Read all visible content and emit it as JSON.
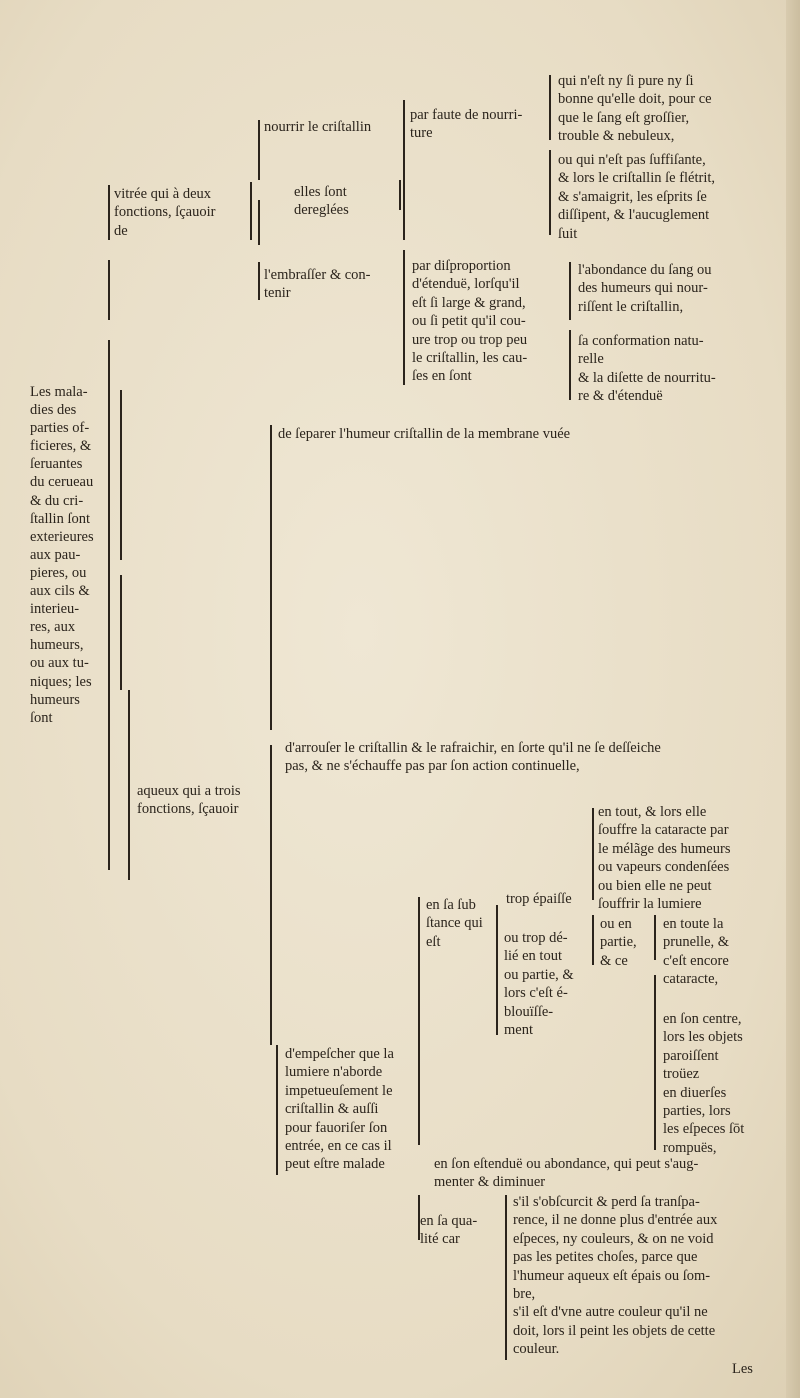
{
  "blocks": [
    {
      "name": "root-heading",
      "lines": [
        "Les mala-",
        "dies des",
        "parties of-",
        "ficieres, &",
        "ſeruantes",
        "du cerueau",
        "& du cri-",
        "ſtallin ſont",
        "exterieures",
        "aux pau-",
        "pieres, ou",
        "aux cils &",
        "interieu-",
        "res, aux",
        "humeurs,",
        "ou aux tu-",
        "niques; les",
        "humeurs",
        "ſont"
      ]
    },
    {
      "name": "vitree-branch",
      "lines": [
        "vitrée qui à deux",
        "fonctions, ſçauoir",
        "de"
      ]
    },
    {
      "name": "nourrir-branch",
      "lines": [
        "nourrir le criſtallin"
      ]
    },
    {
      "name": "dereglees-branch",
      "lines": [
        "elles ſont",
        "dereglées"
      ]
    },
    {
      "name": "embrasser-branch",
      "lines": [
        "l'embraſſer & con-",
        "tenir"
      ]
    },
    {
      "name": "faute-nourriture-branch",
      "lines": [
        "par faute de nourri-",
        "ture"
      ]
    },
    {
      "name": "pure-note",
      "lines": [
        "qui n'eſt ny ſi pure ny ſi",
        "bonne qu'elle doit, pour ce",
        "que le ſang eſt groſſier,",
        "trouble & nebuleux,"
      ]
    },
    {
      "name": "suffisante-note",
      "lines": [
        "ou qui n'eſt pas ſuffiſante,",
        "& lors le criſtallin ſe flétrit,",
        "& s'amaigrit, les eſprits ſe",
        "diſſipent, & l'aucuglement",
        "ſuit"
      ]
    },
    {
      "name": "disproportion-branch",
      "lines": [
        "par diſproportion",
        "d'étenduë, lorſqu'il",
        "eſt ſi large & grand,",
        "ou ſi petit qu'il cou-",
        "ure trop ou trop peu",
        "le criſtallin, les cau-",
        "ſes en ſont"
      ]
    },
    {
      "name": "abondance-note",
      "lines": [
        "l'abondance du ſang ou",
        "des humeurs qui nour-",
        "riſſent le criſtallin,"
      ]
    },
    {
      "name": "conformation-note",
      "lines": [
        "ſa conformation natu-",
        "relle",
        "& la diſette de nourritu-",
        "re & d'étenduë"
      ]
    },
    {
      "name": "separer-branch",
      "lines": [
        "de ſeparer l'humeur criſtallin de la membrane vuée"
      ]
    },
    {
      "name": "arrouser-branch",
      "lines": [
        "d'arrouſer le criſtallin & le rafraichir, en ſorte qu'il ne ſe deſſeiche",
        "pas, & ne s'échauffe pas par ſon action continuelle,"
      ]
    },
    {
      "name": "aqueux-branch",
      "lines": [
        "aqueux qui a trois",
        "fonctions, ſçauoir"
      ]
    },
    {
      "name": "cataracte-note",
      "lines": [
        "en tout, & lors elle",
        "ſouffre la cataracte par",
        "le mélãge des humeurs",
        "ou vapeurs condenſées",
        "ou bien elle ne peut",
        "ſouffrir la lumiere"
      ]
    },
    {
      "name": "substance-branch",
      "lines": [
        "en ſa ſub",
        "ſtance qui",
        "eſt"
      ]
    },
    {
      "name": "epaisse-branch",
      "lines": [
        "trop épaiſſe"
      ]
    },
    {
      "name": "delie-branch",
      "lines": [
        "ou trop dé-",
        "lié en tout",
        "ou partie, &",
        "lors c'eſt é-",
        "blouïſſe-",
        "ment"
      ]
    },
    {
      "name": "partie-branch",
      "lines": [
        "ou en",
        "partie,",
        "& ce"
      ]
    },
    {
      "name": "prunelle-note",
      "lines": [
        "en toute la",
        "prunelle, &",
        "c'eſt encore",
        "cataracte,"
      ]
    },
    {
      "name": "centre-note",
      "lines": [
        "en ſon centre,",
        "lors les objets",
        "paroiſſent",
        "troüez",
        "en diuerſes",
        "parties, lors",
        "les eſpeces ſōt",
        "rompuës,"
      ]
    },
    {
      "name": "empescher-branch",
      "lines": [
        "d'empeſcher que la",
        "lumiere n'aborde",
        "impetueuſement le",
        "criſtallin & auſſi",
        "pour fauoriſer ſon",
        "entrée, en ce cas il",
        "peut eſtre malade"
      ]
    },
    {
      "name": "estendue-branch",
      "lines": [
        "en ſon eſtenduë ou abondance, qui peut s'aug-",
        "menter & diminuer"
      ]
    },
    {
      "name": "qualite-branch",
      "lines": [
        "en ſa qua-",
        "lité car"
      ]
    },
    {
      "name": "qualite-note",
      "lines": [
        "s'il s'obſcurcit & perd ſa tranſpa-",
        "rence, il ne donne plus d'entrée aux",
        "eſpeces, ny couleurs, & on ne void",
        "pas les petites choſes, parce que",
        "l'humeur aqueux eſt épais ou ſom-",
        "bre,",
        "s'il eſt d'vne autre couleur qu'il ne",
        "doit, lors il peint les objets de cette",
        "couleur."
      ]
    },
    {
      "name": "catchword",
      "lines": [
        "Les"
      ]
    }
  ]
}
